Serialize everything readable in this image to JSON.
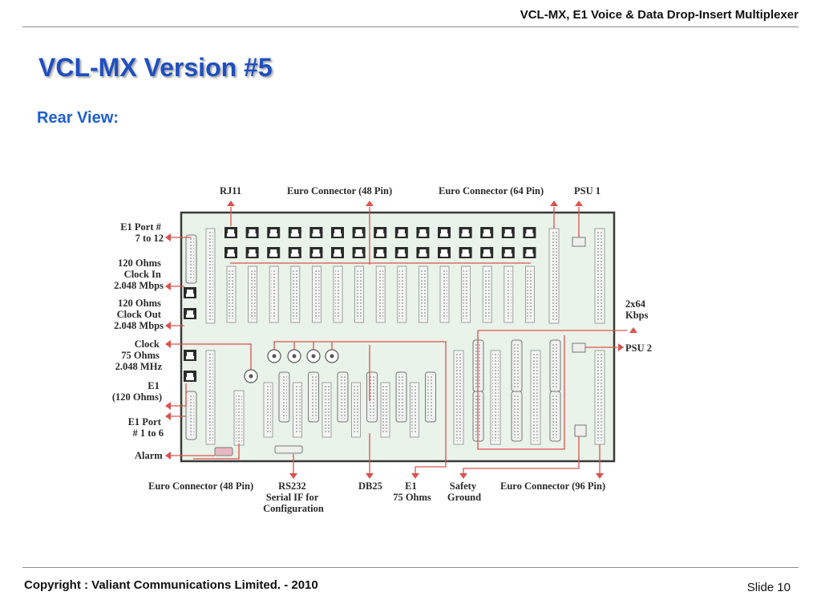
{
  "header": {
    "title": "VCL-MX, E1 Voice & Data Drop-Insert Multiplexer"
  },
  "slide": {
    "title": "VCL-MX Version #5",
    "subtitle": "Rear View:"
  },
  "diagram": {
    "top_labels": {
      "rj11": "RJ11",
      "euro48": "Euro Connector (48 Pin)",
      "euro64": "Euro Connector (64 Pin)",
      "psu1": "PSU 1"
    },
    "left_labels": {
      "e1_port_7_12": [
        "E1 Port #",
        "7 to 12"
      ],
      "clock_in": [
        "120 Ohms",
        "Clock In",
        "2.048 Mbps"
      ],
      "clock_out": [
        "120 Ohms",
        "Clock Out",
        "2.048 Mbps"
      ],
      "clock_75": [
        "Clock",
        "75 Ohms",
        "2.048 MHz"
      ],
      "e1_120": [
        "E1",
        "(120 Ohms)"
      ],
      "e1_port_1_6": [
        "E1 Port",
        "# 1 to 6"
      ],
      "alarm": "Alarm"
    },
    "right_labels": {
      "kbps": [
        "2x64",
        "Kbps"
      ],
      "psu2": "PSU 2"
    },
    "bottom_labels": {
      "euro48_bottom": "Euro Connector (48 Pin)",
      "rs232": [
        "RS232",
        "Serial IF for",
        "Configuration"
      ],
      "db25": "DB25",
      "e1_75": [
        "E1",
        "75 Ohms"
      ],
      "safety": [
        "Safety",
        "Ground"
      ],
      "euro96": "Euro Connector (96 Pin)"
    }
  },
  "footer": {
    "copyright": "Copyright : Valiant Communications Limited. - 2010",
    "slide_number": "Slide 10"
  }
}
